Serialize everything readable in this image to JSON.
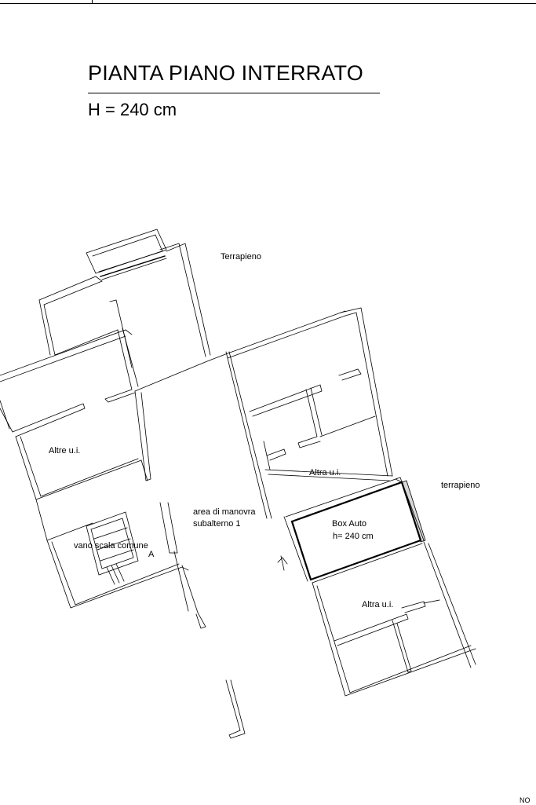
{
  "header": {
    "title": "PIANTA PIANO INTERRATO",
    "height_label": "H = 240 cm"
  },
  "labels": {
    "terrapieno_top": "Terrapieno",
    "terrapieno_right": "terrapieno",
    "altre_ui": "Altre u.i.",
    "altra_ui_upper": "Altra u.i.",
    "altra_ui_lower": "Altra u.i.",
    "area_manovra_1": "area di manovra",
    "area_manovra_2": "subalterno 1",
    "box_auto": "Box Auto",
    "box_height": "h= 240 cm",
    "vano_scala": "vano scala comune",
    "stair_mark": "A",
    "corner_text": "NO"
  }
}
